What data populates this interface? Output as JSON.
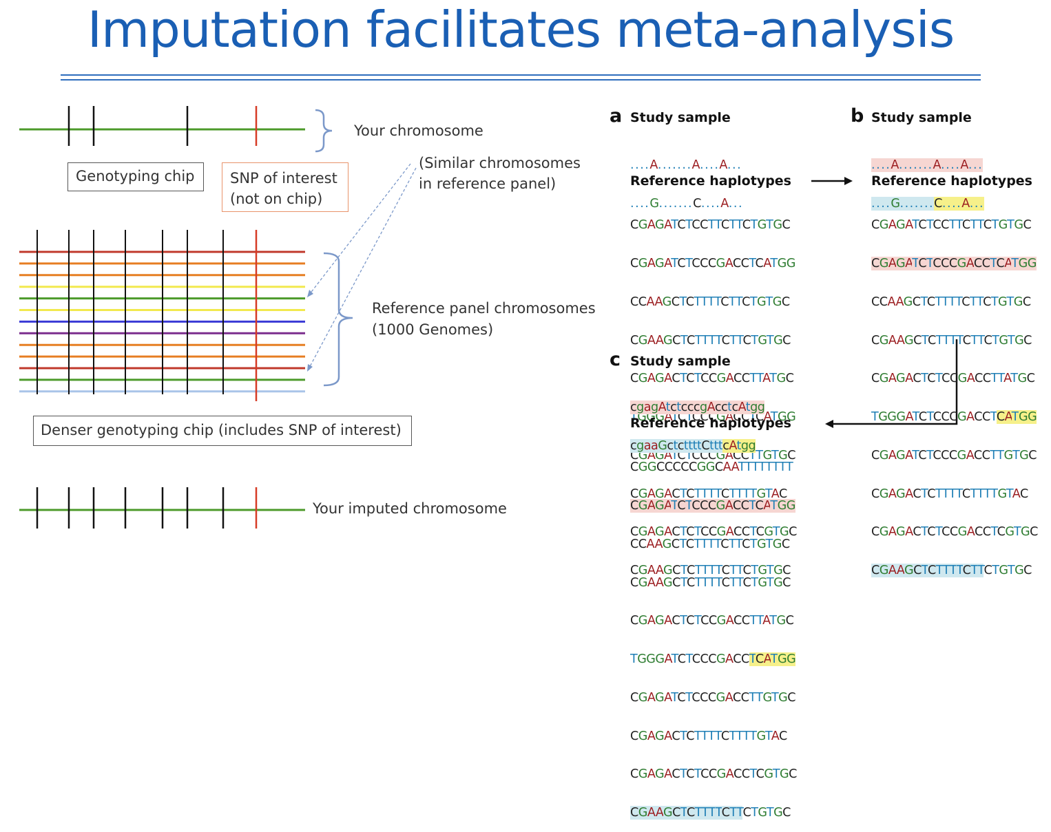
{
  "title": "Imputation facilitates meta-analysis",
  "left": {
    "your_chromosome": "Your chromosome",
    "genotyping_chip": "Genotyping chip",
    "snp_line1": "SNP of interest",
    "snp_line2": "(not on chip)",
    "similar_line1": "(Similar chromosomes",
    "similar_line2": "in reference panel)",
    "ref_panel_line1": "Reference panel chromosomes",
    "ref_panel_line2": "(1000 Genomes)",
    "denser_chip": "Denser genotyping chip (includes SNP of interest)",
    "imputed": "Your imputed chromosome",
    "panel_line_colors": [
      "#c0392b",
      "#e67e22",
      "#e67e22",
      "#f2e94e",
      "#4c9a2a",
      "#f2e94e",
      "#3a3ad6",
      "#7b2d8e",
      "#e67e22",
      "#e67e22",
      "#c0392b",
      "#4c9a2a",
      "#a9c4e8"
    ]
  },
  "panels": {
    "a": {
      "letter": "a",
      "study_label": "Study sample",
      "study_rows": [
        "....A.......A....A...",
        "....G.......C....A..."
      ],
      "ref_label": "Reference haplotypes",
      "ref_rows": [
        "CGAGATCTCCTTCTTCTGTGC",
        "CGAGATCTCCCGACCTCATGG",
        "CCAAGCTCTTTTCTTCTGTGC",
        "CGAAGCTCTTTTCTTCTGTGC",
        "CGAGACTCTCCGACCTTATGC",
        "TGGGATCTCCCGACCTCATGG",
        "CGAGATCTCCCGACCTTGTGC",
        "CGAGACTCTTTTCTTTTGTAC",
        "CGAGACTCTCCGACCTCGTGC",
        "CGAAGCTCTTTTCTTCTGTGC"
      ]
    },
    "b": {
      "letter": "b",
      "study_label": "Study sample",
      "study_rows": [
        "....A.......A....A...",
        "....G.......C....A..."
      ],
      "ref_label": "Reference haplotypes",
      "ref_rows": [
        "CGAGATCTCCTTCTTCTGTGC",
        "CGAGATCTCCCGACCTCATGG",
        "CCAAGCTCTTTTCTTCTGTGC",
        "CGAAGCTCTTTTCTTCTGTGC",
        "CGAGACTCTCCGACCTTATGC",
        "TGGGATCTCCCGACCTCATGG",
        "CGAGATCTCCCGACCTTGTGC",
        "CGAGACTCTTTTCTTTTGTAC",
        "CGAGACTCTCCGACCTCGTGC",
        "CGAAGCTCTTTTCTTCTGTGC"
      ]
    },
    "c": {
      "letter": "c",
      "study_label": "Study sample",
      "study_rows": [
        "cgagAtctcccgAcctcAtgg",
        "cgaaGctcttttCtttcAtgg"
      ],
      "ref_label": "Reference haplotypes",
      "ref_rows": [
        "CGGCCCCCGGCAATTTTTTTT",
        "CGAGATCTCCCGACCTCATGG",
        "CCAAGCTCTTTTCTTCTGTGC",
        "CGAAGCTCTTTTCTTCTGTGC",
        "CGAGACTCTCCGACCTTATGC",
        "TGGGATCTCCCGACCTCATGG",
        "CGAGATCTCCCGACCTTGTGC",
        "CGAGACTCTTTTCTTTTGTAC",
        "CGAGACTCTCCGACCTCGTGC",
        "CGAAGCTCTTTTCTTCTGTGC"
      ]
    }
  },
  "colors": {
    "title": "#1a5fb4",
    "highlight_red": "#f6d6d2",
    "highlight_blue": "#cfe8ef",
    "highlight_yellow": "#f6f08a"
  }
}
